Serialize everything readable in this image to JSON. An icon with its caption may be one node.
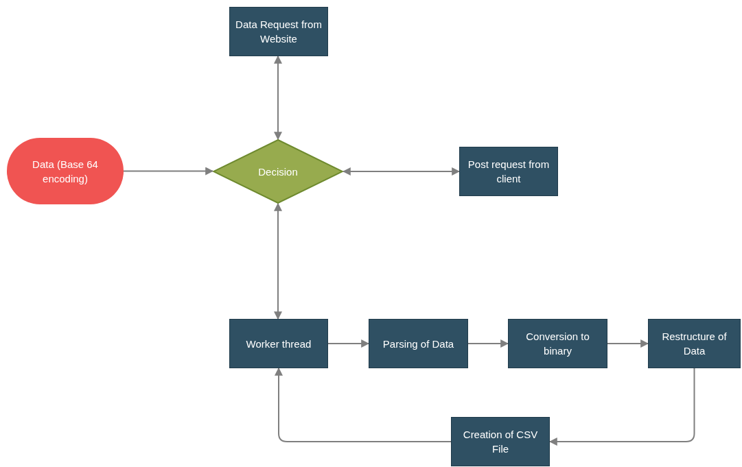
{
  "diagram": {
    "nodes": [
      {
        "text": [
          "Data (Base 64 encoding)"
        ]
      },
      {
        "text": [
          "Decision"
        ]
      },
      {
        "text": [
          "Data Request from Website"
        ]
      },
      {
        "text": [
          "Post request from client"
        ]
      },
      {
        "text": [
          "Worker thread"
        ]
      },
      {
        "text": [
          "Parsing of Data"
        ]
      },
      {
        "text": [
          "Conversion to binary"
        ]
      },
      {
        "text": [
          "Restructure of Data"
        ]
      },
      {
        "text": [
          "Creation of CSV File"
        ]
      }
    ],
    "edges": [
      {
        "from": 0,
        "to": 1,
        "arrow": "to"
      },
      {
        "from": 1,
        "to": 2,
        "arrow": "both"
      },
      {
        "from": 1,
        "to": 3,
        "arrow": "both"
      },
      {
        "from": 1,
        "to": 4,
        "arrow": "both"
      },
      {
        "from": 4,
        "to": 5,
        "arrow": "to"
      },
      {
        "from": 5,
        "to": 6,
        "arrow": "to"
      },
      {
        "from": 6,
        "to": 7,
        "arrow": "to"
      },
      {
        "from": 7,
        "to": 8,
        "arrow": "to"
      },
      {
        "from": 8,
        "to": 4,
        "arrow": "to"
      }
    ]
  }
}
